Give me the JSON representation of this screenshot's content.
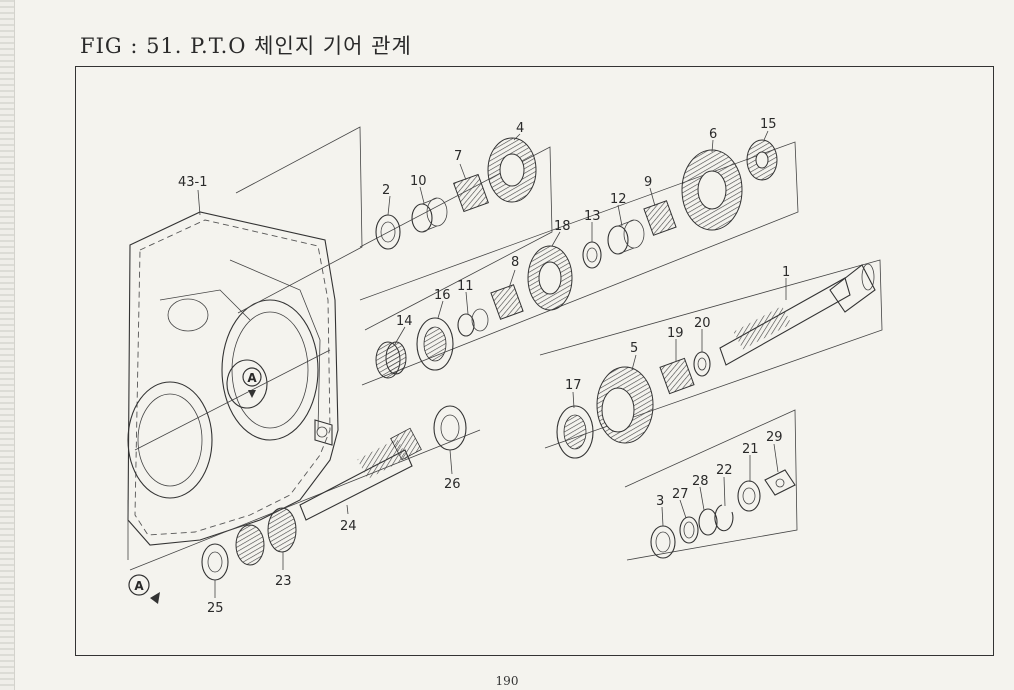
{
  "figure": {
    "title": "FIG : 51. P.T.O 체인지 기어 관계",
    "page_number": "190"
  },
  "parts": [
    {
      "id": "p1",
      "label": "1"
    },
    {
      "id": "p2",
      "label": "2"
    },
    {
      "id": "p3",
      "label": "3"
    },
    {
      "id": "p4",
      "label": "4"
    },
    {
      "id": "p5",
      "label": "5"
    },
    {
      "id": "p6",
      "label": "6"
    },
    {
      "id": "p7",
      "label": "7"
    },
    {
      "id": "p8",
      "label": "8"
    },
    {
      "id": "p9",
      "label": "9"
    },
    {
      "id": "p10",
      "label": "10"
    },
    {
      "id": "p11",
      "label": "11"
    },
    {
      "id": "p12",
      "label": "12"
    },
    {
      "id": "p13",
      "label": "13"
    },
    {
      "id": "p14",
      "label": "14"
    },
    {
      "id": "p15",
      "label": "15"
    },
    {
      "id": "p16",
      "label": "16"
    },
    {
      "id": "p17",
      "label": "17"
    },
    {
      "id": "p18",
      "label": "18"
    },
    {
      "id": "p19",
      "label": "19"
    },
    {
      "id": "p20",
      "label": "20"
    },
    {
      "id": "p21",
      "label": "21"
    },
    {
      "id": "p22",
      "label": "22"
    },
    {
      "id": "p23",
      "label": "23"
    },
    {
      "id": "p24",
      "label": "24"
    },
    {
      "id": "p25",
      "label": "25"
    },
    {
      "id": "p26",
      "label": "26"
    },
    {
      "id": "p27",
      "label": "27"
    },
    {
      "id": "p28",
      "label": "28"
    },
    {
      "id": "p29",
      "label": "29"
    },
    {
      "id": "p43_1",
      "label": "43-1"
    }
  ],
  "reference_marks": [
    {
      "id": "mark_a_housing",
      "label": "A"
    },
    {
      "id": "mark_a_bottom",
      "label": "A"
    }
  ]
}
